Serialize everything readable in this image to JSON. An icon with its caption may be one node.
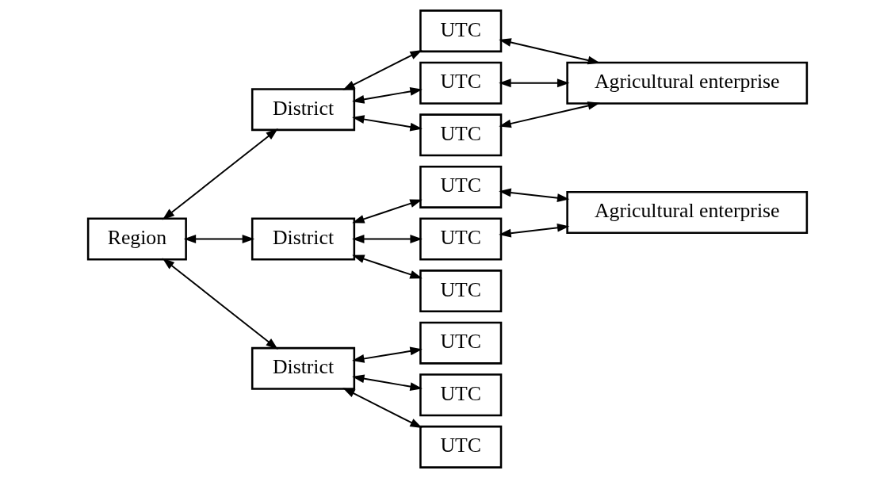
{
  "diagram": {
    "nodes": [
      {
        "text": [
          "Region"
        ]
      },
      {
        "text": [
          "District"
        ]
      },
      {
        "text": [
          "District"
        ]
      },
      {
        "text": [
          "District"
        ]
      },
      {
        "text": [
          "UTC"
        ]
      },
      {
        "text": [
          "UTC"
        ]
      },
      {
        "text": [
          "UTC"
        ]
      },
      {
        "text": [
          "UTC"
        ]
      },
      {
        "text": [
          "UTC"
        ]
      },
      {
        "text": [
          "UTC"
        ]
      },
      {
        "text": [
          "UTC"
        ]
      },
      {
        "text": [
          "UTC"
        ]
      },
      {
        "text": [
          "UTC"
        ]
      },
      {
        "text": [
          "Agricultural enterprise"
        ]
      },
      {
        "text": [
          "Agricultural enterprise"
        ]
      }
    ],
    "edges": [
      {
        "from": 0,
        "to": 1,
        "arrow": "both"
      },
      {
        "from": 0,
        "to": 2,
        "arrow": "both"
      },
      {
        "from": 0,
        "to": 3,
        "arrow": "both"
      },
      {
        "from": 1,
        "to": 4,
        "arrow": "both"
      },
      {
        "from": 1,
        "to": 5,
        "arrow": "both"
      },
      {
        "from": 1,
        "to": 6,
        "arrow": "both"
      },
      {
        "from": 2,
        "to": 7,
        "arrow": "both"
      },
      {
        "from": 2,
        "to": 8,
        "arrow": "both"
      },
      {
        "from": 2,
        "to": 9,
        "arrow": "both"
      },
      {
        "from": 3,
        "to": 10,
        "arrow": "both"
      },
      {
        "from": 3,
        "to": 11,
        "arrow": "both"
      },
      {
        "from": 3,
        "to": 12,
        "arrow": "both"
      },
      {
        "from": 4,
        "to": 13,
        "arrow": "both"
      },
      {
        "from": 5,
        "to": 13,
        "arrow": "both"
      },
      {
        "from": 6,
        "to": 13,
        "arrow": "both"
      },
      {
        "from": 7,
        "to": 14,
        "arrow": "both"
      },
      {
        "from": 8,
        "to": 14,
        "arrow": "both"
      }
    ]
  }
}
